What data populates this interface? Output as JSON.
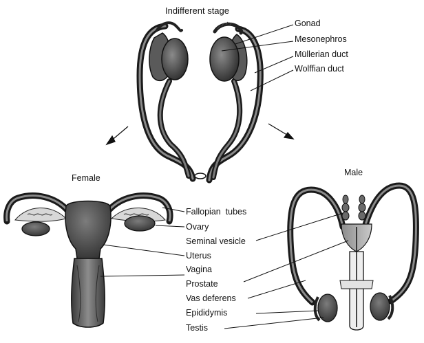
{
  "diagram": {
    "sections": {
      "indifferent": "Indifferent stage",
      "female": "Female",
      "male": "Male"
    },
    "indifferent_labels": {
      "gonad": "Gonad",
      "mesonephros": "Mesonephros",
      "mullerian_duct": "Müllerian duct",
      "wolffian_duct": "Wolffian duct"
    },
    "female_labels": {
      "fallopian_tubes": "Fallopian  tubes",
      "ovary": "Ovary",
      "uterus": "Uterus",
      "vagina": "Vagina"
    },
    "male_labels": {
      "seminal_vesicle": "Seminal vesicle",
      "prostate": "Prostate",
      "vas_deferens": "Vas deferens",
      "epididymis": "Epididymis",
      "testis": "Testis"
    }
  },
  "colors": {
    "ink": "#111111",
    "tissue_dark": "#4a4a4a",
    "tissue_mid": "#7a7a7a",
    "tissue_light": "#bdbdbd",
    "background": "#ffffff"
  }
}
